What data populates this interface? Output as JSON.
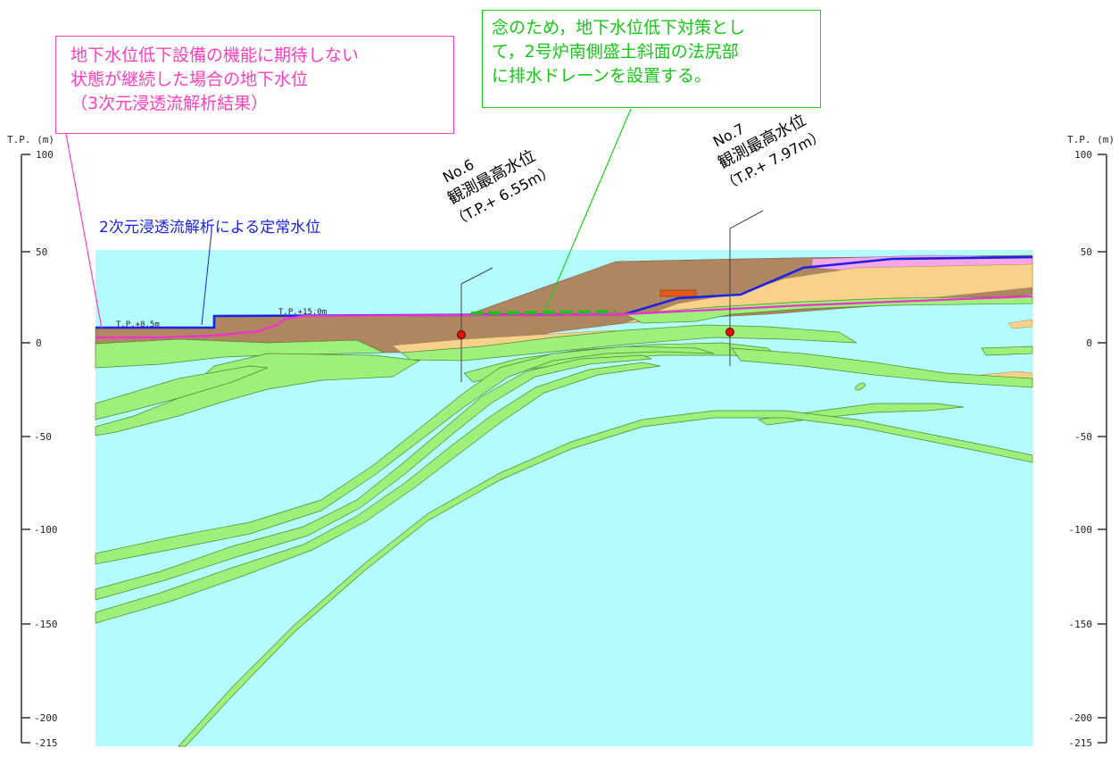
{
  "annotations": {
    "lowered_gw_note": [
      "地下水位低下設備の機能に期待しない",
      "状態が継続した場合の地下水位",
      "（3次元浸透流解析結果）"
    ],
    "drain_note": [
      "念のため，地下水位低下対策とし",
      "て，2号炉南側盛土斜面の法尻部",
      "に排水ドレーンを設置する。"
    ],
    "steady_level_label": "2次元浸透流解析による定常水位",
    "no6": {
      "name": "No.6",
      "title": "観測最高水位",
      "value": "（T.P.+ 6.55m）"
    },
    "no7": {
      "name": "No.7",
      "title": "観測最高水位",
      "value": "（T.P.+ 7.97m）"
    },
    "tp_small_1": "T.P.+8.5m",
    "tp_small_2": "T.P.+15.0m"
  },
  "axes": {
    "left_title": "T.P. (m)",
    "right_title": "T.P. (m)",
    "ticks": [
      "100",
      "50",
      "0",
      "-50",
      "-100",
      "-150",
      "-200",
      "-215"
    ]
  },
  "colors": {
    "bedrock": "#b3fbfc",
    "fill_soil": "#b08660",
    "weak_layer": "#9ef07a",
    "sand_layer": "#f8d28a",
    "pink_layer": "#f7a6e6",
    "steady_water_line": "#1a22e6",
    "lowered_water_line": "#f22fd0",
    "drain": "#21c021",
    "observation_point": "#e01010"
  }
}
